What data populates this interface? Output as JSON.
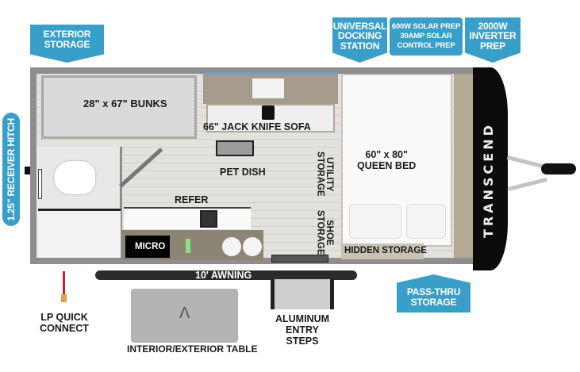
{
  "brand": "TRANSCEND",
  "colors": {
    "callout_blue": "#3a9fc8",
    "callout_text": "#ffffff",
    "label_text": "#1a1a1a",
    "front_cap": "#0b0b0b",
    "lp_line": "#c8202a"
  },
  "callouts": {
    "exterior_storage": [
      "EXTERIOR",
      "STORAGE"
    ],
    "universal_docking": [
      "UNIVERSAL",
      "DOCKING",
      "STATION"
    ],
    "solar": [
      "600W SOLAR PREP",
      "30AMP SOLAR",
      "CONTROL PREP"
    ],
    "inverter": [
      "2000W",
      "INVERTER",
      "PREP"
    ],
    "pass_thru": [
      "PASS-THRU",
      "STORAGE"
    ],
    "receiver_hitch": "1.25\" RECEIVER HITCH"
  },
  "rooms": {
    "bunks": "28\" x 67\" BUNKS",
    "sofa": "66\" JACK KNIFE SOFA",
    "pet_dish": "PET DISH",
    "utility_storage": "UTILITY\nSTORAGE",
    "shoe_storage": "SHOE\nSTORAGE",
    "queen_bed": [
      "60\" x 80\"",
      "QUEEN BED"
    ],
    "hidden_storage": "HIDDEN STORAGE",
    "refer": "REFER",
    "micro": "MICRO"
  },
  "exterior": {
    "awning": "10' AWNING",
    "lp_quick_connect": [
      "LP QUICK",
      "CONNECT"
    ],
    "table": "INTERIOR/EXTERIOR TABLE",
    "entry_steps": [
      "ALUMINUM",
      "ENTRY STEPS"
    ]
  }
}
